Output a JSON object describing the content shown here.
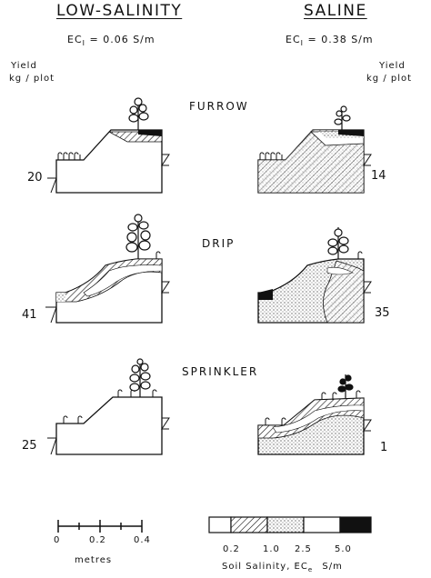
{
  "headers": {
    "left_title": "LOW-SALINITY",
    "right_title": "SALINE",
    "left_ec_label": "EC",
    "left_ec_sub": "I",
    "left_ec_value": "= 0.06  S/m",
    "right_ec_label": "EC",
    "right_ec_sub": "I",
    "right_ec_value": "= 0.38  S/m",
    "yield_left_line1": "Yield",
    "yield_left_line2": "kg / plot",
    "yield_right_line1": "Yield",
    "yield_right_line2": "kg / plot"
  },
  "methods": [
    "FURROW",
    "DRIP",
    "SPRINKLER"
  ],
  "yields": {
    "furrow_left": "20",
    "furrow_right": "14",
    "drip_left": "41",
    "drip_right": "35",
    "sprinkler_left": "25",
    "sprinkler_right": "1"
  },
  "scale_bar": {
    "ticks": [
      "0",
      "0.2",
      "0.4"
    ],
    "unit": "metres"
  },
  "salinity_legend": {
    "breaks": [
      "0.2",
      "1.0",
      "2.5",
      "5.0"
    ],
    "title": "Soil  Salinity,  EC",
    "title_sub": "e",
    "unit": "S/m"
  }
}
